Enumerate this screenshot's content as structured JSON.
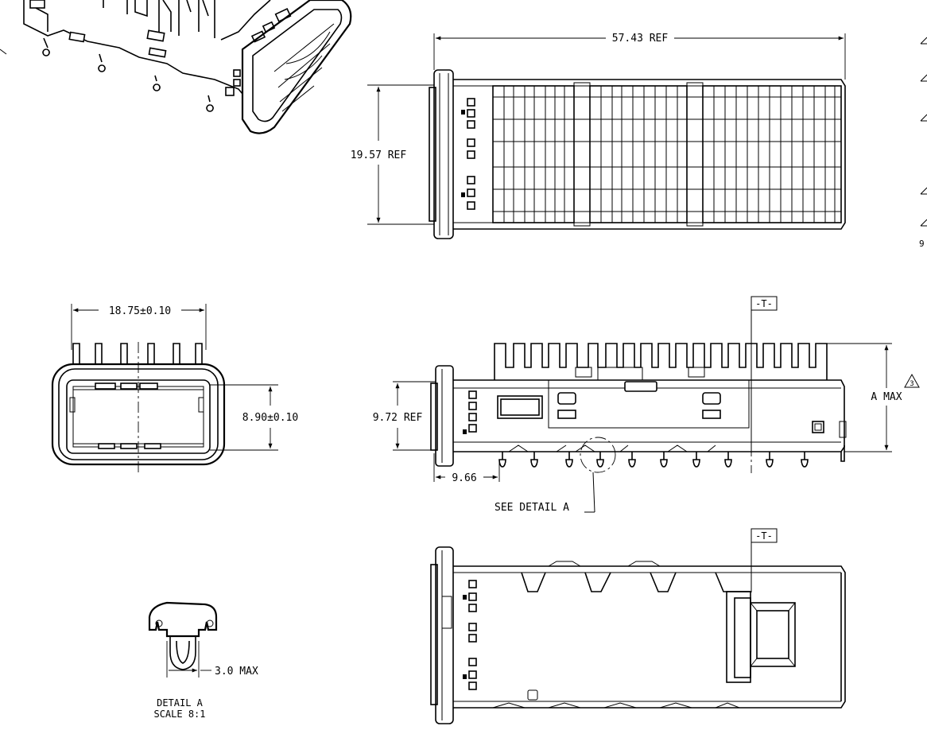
{
  "dimensions": {
    "overall_length": "57.43 REF",
    "top_height": "19.57 REF",
    "front_width": "18.75±0.10",
    "front_height": "8.90±0.10",
    "side_height": "9.72 REF",
    "flange_offset": "9.66",
    "a_max": "A MAX",
    "detail_tail": "3.0 MAX"
  },
  "labels": {
    "datum_top": "-T-",
    "datum_bottom": "-T-",
    "see_detail": "SEE DETAIL  A",
    "detail_title": "DETAIL  A",
    "detail_scale": "SCALE  8:1",
    "note_flag": "3",
    "edge_fragment": "9"
  }
}
